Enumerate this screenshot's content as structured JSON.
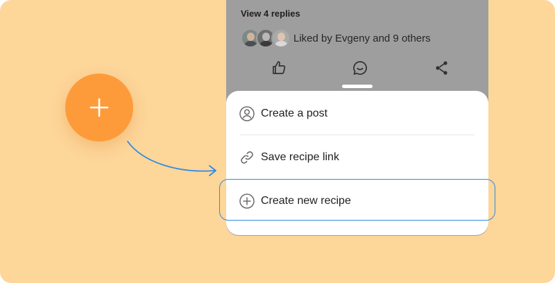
{
  "background": {
    "card_color": "#fdd69a",
    "fab_color": "#fd9b3b",
    "arrow_color": "#2f8ae6"
  },
  "fab": {
    "icon": "plus-icon"
  },
  "feed": {
    "replies_label": "View 4 replies",
    "likes_label": "Liked by Evgeny and 9 others",
    "avatars": [
      "avatar-1",
      "avatar-2",
      "avatar-3"
    ],
    "actions": [
      {
        "icon": "thumbs-up-icon"
      },
      {
        "icon": "comment-icon"
      },
      {
        "icon": "share-icon"
      }
    ]
  },
  "sheet": {
    "items": [
      {
        "label": "Create a post",
        "icon": "user-circle-icon"
      },
      {
        "label": "Save recipe link",
        "icon": "link-icon"
      },
      {
        "label": "Create new recipe",
        "icon": "plus-circle-icon",
        "highlighted": true
      }
    ],
    "highlight_color": "#2f8ae6"
  }
}
